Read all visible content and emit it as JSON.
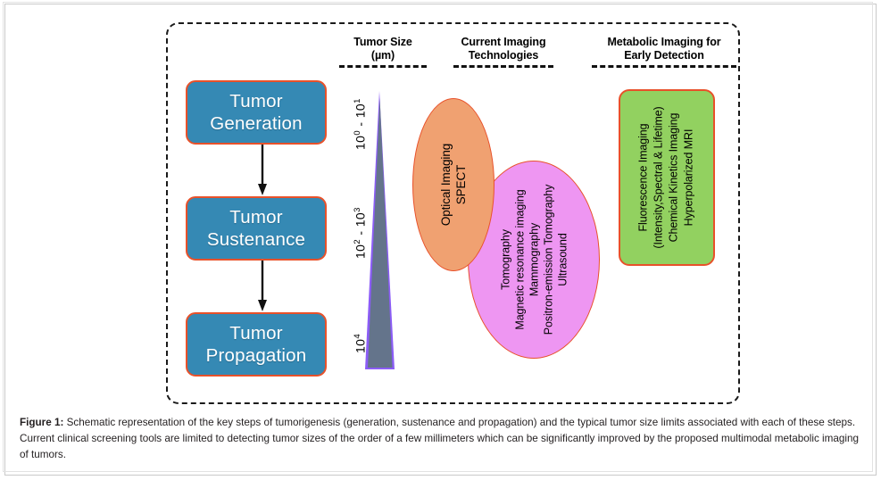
{
  "figure": {
    "columns": [
      {
        "key": "tumor_size",
        "line1": "Tumor Size",
        "line2": "(µm)"
      },
      {
        "key": "current_imaging",
        "line1": "Current Imaging",
        "line2": "Technologies"
      },
      {
        "key": "metabolic_imaging",
        "line1": "Metabolic Imaging for",
        "line2": "Early Detection"
      }
    ],
    "steps": [
      {
        "line1": "Tumor",
        "line2": "Generation"
      },
      {
        "line1": "Tumor",
        "line2": "Sustenance"
      },
      {
        "line1": "Tumor",
        "line2": "Propagation"
      }
    ],
    "size_ticks": [
      {
        "label": "10⁰ - 10¹",
        "base1": "10",
        "exp1": "0",
        "sep": " - ",
        "base2": "10",
        "exp2": "1"
      },
      {
        "label": "10² - 10³",
        "base1": "10",
        "exp1": "2",
        "sep": " - ",
        "base2": "10",
        "exp2": "3"
      },
      {
        "label": "10⁴",
        "base1": "10",
        "exp1": "4",
        "sep": "",
        "base2": "",
        "exp2": ""
      }
    ],
    "optical_group": {
      "name": "optical-imaging-group",
      "items": [
        "Optical Imaging",
        "SPECT"
      ]
    },
    "conventional_group": {
      "name": "conventional-imaging-group",
      "items": [
        "Tomography",
        "Magnetic resonance imaging",
        "Mammography",
        "Positron-emission Tomography",
        "Ultrasound"
      ]
    },
    "metabolic_group": {
      "name": "metabolic-imaging-group",
      "items": [
        "Fluorescence  Imaging",
        "(Intensity,Spectral & Lifetime)",
        "Chemical Kinetics Imaging",
        "Hyperpolarized MRI"
      ]
    },
    "colors": {
      "step_box_fill": "#3589b4",
      "step_box_border": "#e8512a",
      "optical_ellipse_fill": "#f0a171",
      "conventional_ellipse_fill": "#ee96f2",
      "metabolic_box_fill": "#92d160",
      "triangle_fill": "#64748b",
      "triangle_edge": "#8b5cf6",
      "frame_dash": "#1a1a1a"
    }
  },
  "caption": {
    "label": "Figure 1:",
    "text": " Schematic representation of the key steps of tumorigenesis (generation, sustenance and propagation) and the typical tumor size limits associated with each of these steps.  Current clinical screening tools are limited to detecting tumor sizes of the order of a few millimeters which can be significantly improved by the proposed multimodal metabolic imaging of tumors."
  }
}
